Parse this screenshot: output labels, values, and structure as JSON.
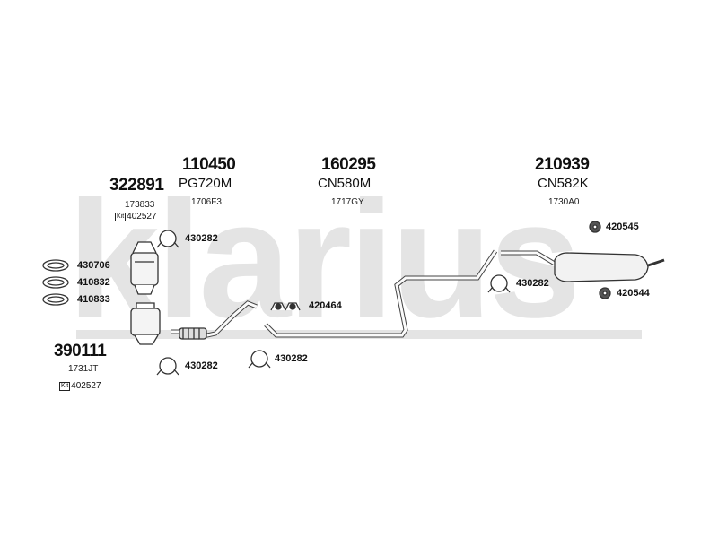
{
  "watermark": "klarius",
  "groups": {
    "g322891": {
      "code": "322891",
      "ref": "173833",
      "kit_badge": "Kit",
      "kit_code": "402527"
    },
    "g110450": {
      "code": "110450",
      "model": "PG720M",
      "ref": "1706F3"
    },
    "g160295": {
      "code": "160295",
      "model": "CN580M",
      "ref": "1717GY"
    },
    "g210939": {
      "code": "210939",
      "model": "CN582K",
      "ref": "1730A0"
    },
    "g390111": {
      "code": "390111",
      "ref": "1731JT",
      "kit_badge": "Kit",
      "kit_code": "402527"
    }
  },
  "labels": {
    "clamp_top": "430282",
    "gasket_1": "430706",
    "gasket_2": "410832",
    "gasket_3": "410833",
    "hanger_mid": "420464",
    "clamp_bottom_left": "430282",
    "clamp_bottom_mid": "430282",
    "clamp_right": "430282",
    "rubber_top": "420545",
    "rubber_bottom": "420544"
  }
}
